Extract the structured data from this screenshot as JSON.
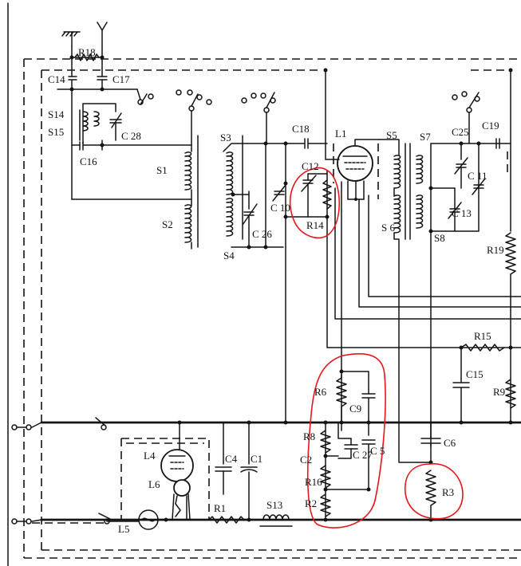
{
  "diagram": {
    "labels": {
      "R18": "R18",
      "C14": "C14",
      "C17": "C17",
      "S14": "S14",
      "S15": "S15",
      "C28": "C 28",
      "C16": "C16",
      "S1": "S1",
      "S2": "S2",
      "S3": "S3",
      "C26": "C 26",
      "S4": "S4",
      "C18": "C18",
      "C12": "C12",
      "C10": "C 10",
      "R14": "R14",
      "L1": "L1",
      "S5": "S5",
      "S6": "S 6",
      "S7": "S7",
      "C25": "C25",
      "C11": "C 11",
      "C13": "C 13",
      "S8": "S8",
      "C19": "C19",
      "R19": "R19",
      "R15": "R15",
      "C15": "C15",
      "R9": "R9",
      "R6": "R6",
      "C9": "C9",
      "R8": "R8",
      "C2": "C2",
      "R16": "R16",
      "R2": "R2",
      "C27": "C 27",
      "C5": "C 5",
      "C6": "C6",
      "R3": "R3",
      "L4": "L4",
      "C4": "C4",
      "C1": "C1",
      "L6": "L6",
      "L5": "L5",
      "R1": "R1",
      "S13": "S13"
    },
    "symbols": {
      "ground": "ground-symbol",
      "antenna": "antenna-symbol"
    },
    "colors": {
      "ink": "#141414",
      "highlight": "#e8151b",
      "paper": "#ffffff"
    }
  }
}
